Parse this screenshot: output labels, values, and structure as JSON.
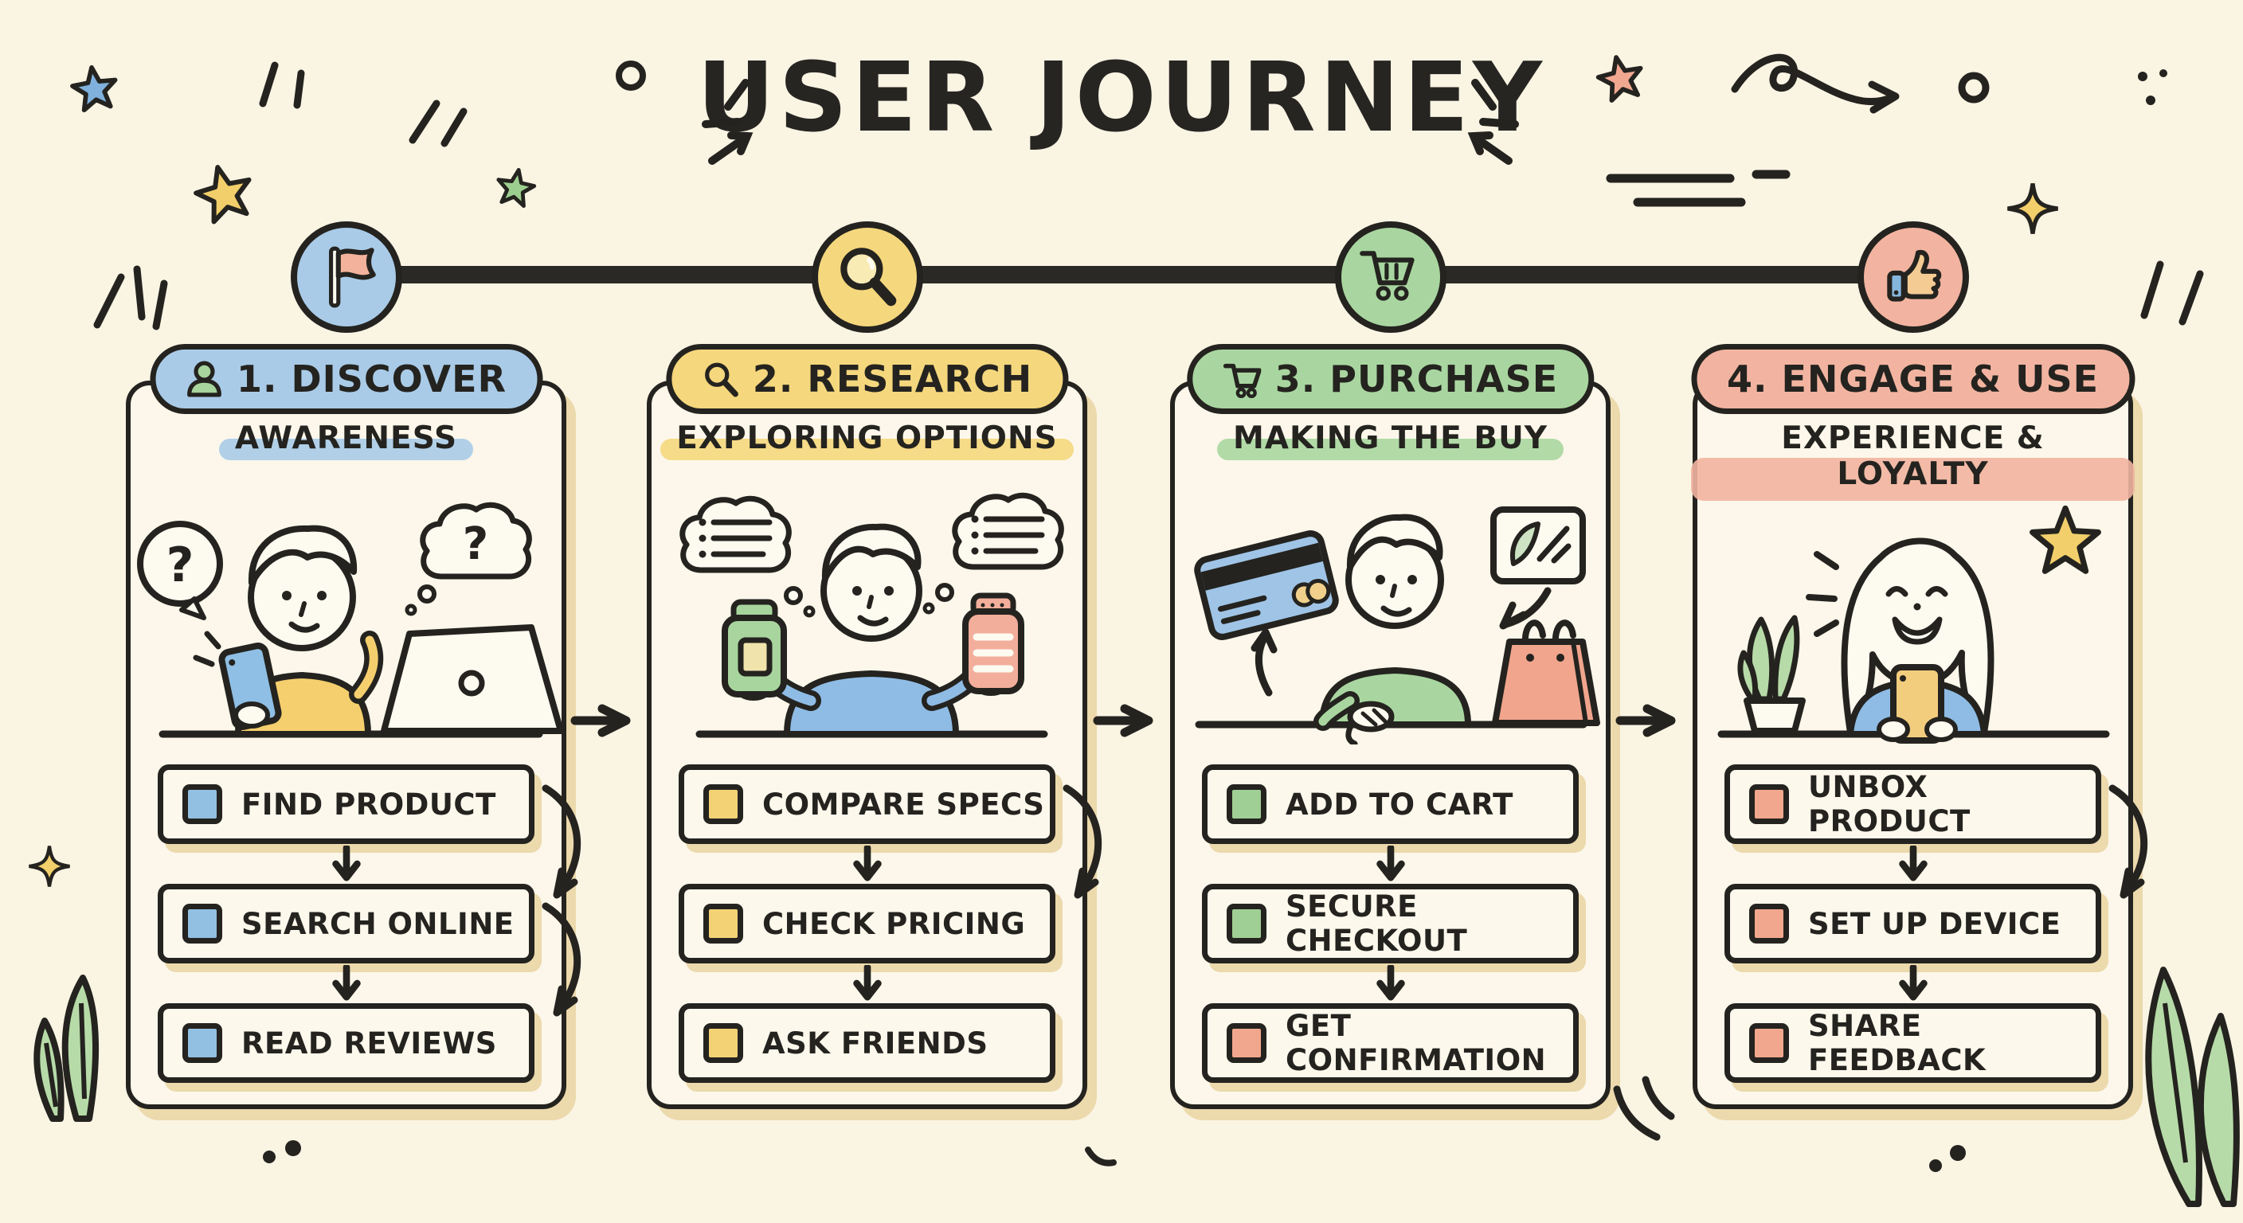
{
  "page": {
    "title": "USER JOURNEY",
    "background": "#FAF4E3",
    "ink": "#24231F"
  },
  "glyphs": {
    "question_mark": "?"
  },
  "stages": [
    {
      "name": "discover",
      "pill_label": "1. DISCOVER",
      "subtitle": "AWARENESS",
      "color": "#A9CBE8",
      "timeline_icon": "flag-icon",
      "pill_icon": "person-icon",
      "illustration": "person-with-phone-and-laptop",
      "checklist": [
        {
          "label": "FIND PRODUCT",
          "checkbox_color": "#92C0E2"
        },
        {
          "label": "SEARCH ONLINE",
          "checkbox_color": "#92C0E2"
        },
        {
          "label": "READ REVIEWS",
          "checkbox_color": "#92C0E2"
        }
      ]
    },
    {
      "name": "research",
      "pill_label": "2. RESEARCH",
      "subtitle": "EXPLORING OPTIONS",
      "color": "#F5D77D",
      "timeline_icon": "magnifier-icon",
      "pill_icon": "magnifier-icon",
      "illustration": "person-comparing-two-products",
      "checklist": [
        {
          "label": "COMPARE SPECS",
          "checkbox_color": "#F3D275"
        },
        {
          "label": "CHECK PRICING",
          "checkbox_color": "#F3D275"
        },
        {
          "label": "ASK FRIENDS",
          "checkbox_color": "#F3D275"
        }
      ]
    },
    {
      "name": "purchase",
      "pill_label": "3. PURCHASE",
      "subtitle": "MAKING THE BUY",
      "color": "#A9D6A0",
      "timeline_icon": "cart-icon",
      "pill_icon": "cart-icon",
      "illustration": "person-paying-with-card-and-bag",
      "checklist": [
        {
          "label": "ADD TO CART",
          "checkbox_color": "#9FCF94"
        },
        {
          "label": "SECURE CHECKOUT",
          "checkbox_color": "#9FCF94"
        },
        {
          "label": "GET CONFIRMATION",
          "checkbox_color": "#F1A78D"
        }
      ]
    },
    {
      "name": "engage",
      "pill_label": "4. ENGAGE & USE",
      "subtitle": "EXPERIENCE & LOYALTY",
      "color": "#F2B4A0",
      "timeline_icon": "thumbs-up-icon",
      "illustration": "person-happy-with-phone",
      "checklist": [
        {
          "label": "UNBOX PRODUCT",
          "checkbox_color": "#F1A78D"
        },
        {
          "label": "SET UP DEVICE",
          "checkbox_color": "#F1A78D"
        },
        {
          "label": "SHARE FEEDBACK",
          "checkbox_color": "#F1A78D"
        }
      ]
    }
  ]
}
